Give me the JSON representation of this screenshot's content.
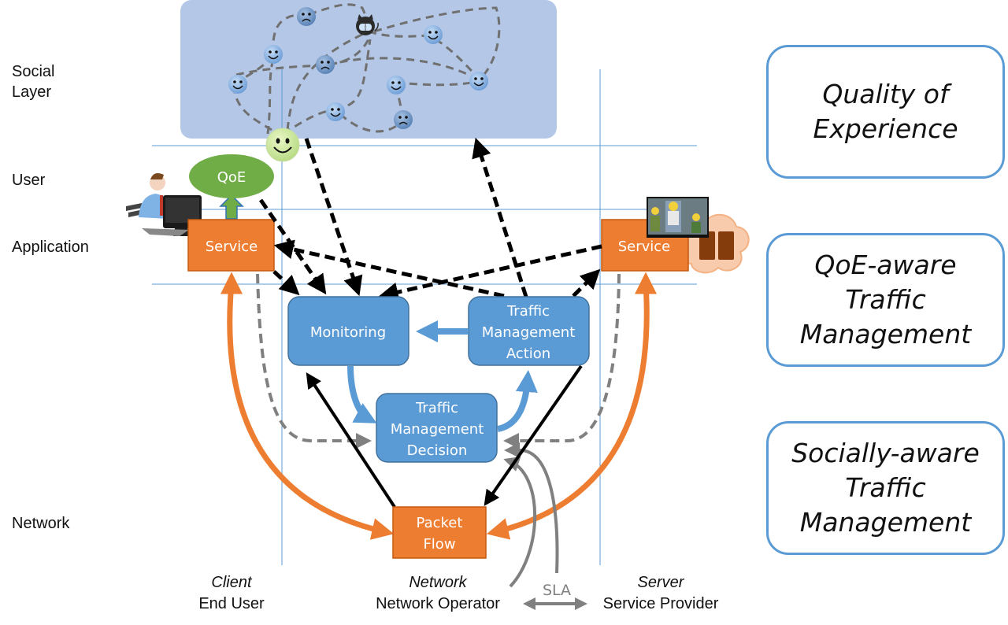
{
  "layers": {
    "social": "Social\nLayer",
    "user": "User",
    "application": "Application",
    "network": "Network"
  },
  "nodes": {
    "qoe": "QoE",
    "service_client": "Service",
    "service_server": "Service",
    "monitoring": "Monitoring",
    "tm_action": "Traffic\nManagement\nAction",
    "tm_decision": "Traffic\nManagement\nDecision",
    "packet_flow": "Packet\nFlow",
    "sla": "SLA"
  },
  "stakeholders": [
    {
      "role": "Client",
      "name": "End User"
    },
    {
      "role": "Network",
      "name": "Network Operator"
    },
    {
      "role": "Server",
      "name": "Service Provider"
    }
  ],
  "legend": [
    "Quality of\nExperience",
    "QoE-aware\nTraffic\nManagement",
    "Socially-aware\nTraffic\nManagement"
  ],
  "social_network": {
    "happy_users": 7,
    "sad_users": 3,
    "malicious_users": 1,
    "highlighted_user": "happy"
  },
  "colors": {
    "orange": "#ed7d31",
    "blue_box": "#5b9bd5",
    "green_qoe": "#70ad47",
    "social_bg": "#b4c7e7",
    "gray_arrow": "#7f7f7f",
    "black_arrow": "#000000"
  }
}
